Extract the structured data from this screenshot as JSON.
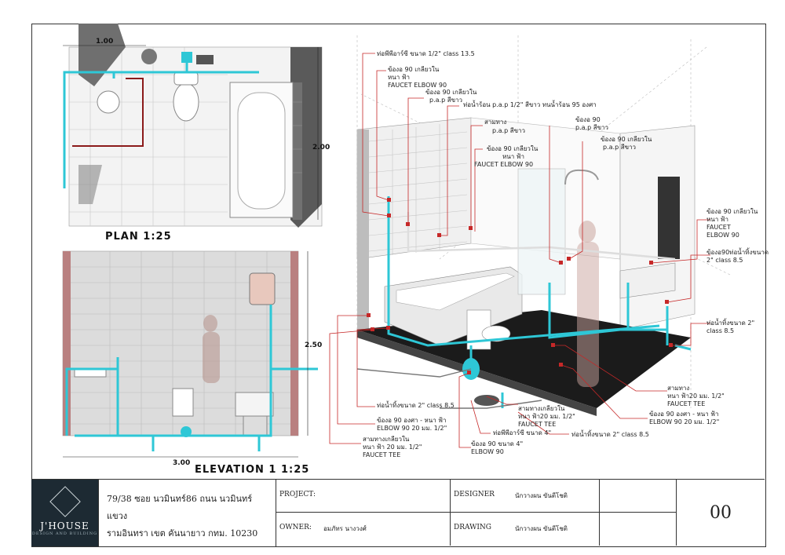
{
  "plan": {
    "title": "PLAN  1:25",
    "dim_width": "1.00",
    "dim_height": "2.00"
  },
  "elevation": {
    "title": "ELEVATION 1   1:25",
    "dim_height": "2.50",
    "dim_width": "3.00"
  },
  "callouts": [
    "ท่อพีพีอาร์ซี ขนาด 1/2\" class 13.5",
    "ข้องอ 90 เกลียวใน",
    "หนา ฟ้า",
    "FAUCET ELBOW 90",
    "ข้องอ 90 เกลียวใน",
    "p.a.p สีขาว",
    "ท่อน้ำร้อน p.a.p  1/2\" สีขาว ทนน้ำร้อน 95 องศา",
    "สามทาง",
    "p.a.p สีขาว",
    "ข้องอ 90",
    "p.a.p สีขาว",
    "ข้องอ 90 เกลียวใน",
    "p.a.p สีขาว",
    "ข้องอ 90 เกลียวใน",
    "หนา ฟ้า",
    "FAUCET ELBOW 90",
    "ข้องอ 90 เกลียวใน",
    "หนา ฟ้า",
    "FAUCET",
    "ELBOW 90",
    "ข้องอ90ท่อน้ำทิ้งขนาด",
    "2\" class 8.5",
    "ท่อน้ำทิ้งขนาด 2\"",
    "class 8.5",
    "สามทาง",
    "หนา ฟ้า20 มม. 1/2\"",
    "FAUCET TEE",
    "ข้องอ 90 องศา - หนา ฟ้า",
    "ELBOW 90  20 มม. 1/2\"",
    "ท่อน้ำทิ้งขนาด 2\" class 8.5",
    "ท่อน้ำทิ้งขนาด 2\" class 8.5",
    "ข้องอ 90 องศา - หนา ฟ้า",
    "ELBOW 90  20 มม. 1/2\"",
    "สามทางเกลียวใน",
    "หนา ฟ้า 20 มม. 1/2\"",
    "FAUCET TEE",
    "สามทางเกลียวใน",
    "หนา ฟ้า20 มม. 1/2\"",
    "FAUCET TEE",
    "ท่อพีพีอาร์ซี ขนาด 4\"",
    "ข้องอ 90 ขนาด 4\"",
    "ELBOW 90"
  ],
  "title_block": {
    "address_line1": "79/38 ซอย นวมินทร์86 ถนน นวมินทร์ แขวง",
    "address_line2": "รามอินทรา เขต คันนายาว กทม. 10230",
    "project_label": "PROJECT:",
    "project_value": "",
    "owner_label": "OWNER:",
    "owner_value": "อมภัทร นางวงศ์",
    "designer_label": "DESIGNER",
    "designer_value": "นักวางผน ขันตีโชติ",
    "drawing_label": "DRAWING",
    "drawing_value": "นักวางผน ขันตีโชติ",
    "sheet_number": "00",
    "brand": "J'HOUSE",
    "brand_tag": "DESIGN AND BUILDING"
  },
  "colors": {
    "water_pipe": "#2ec7d6",
    "hot_pipe": "#b71c1c",
    "callout": "#c62828",
    "tile": "#e6e6e6",
    "floor": "#1a1a1a"
  }
}
